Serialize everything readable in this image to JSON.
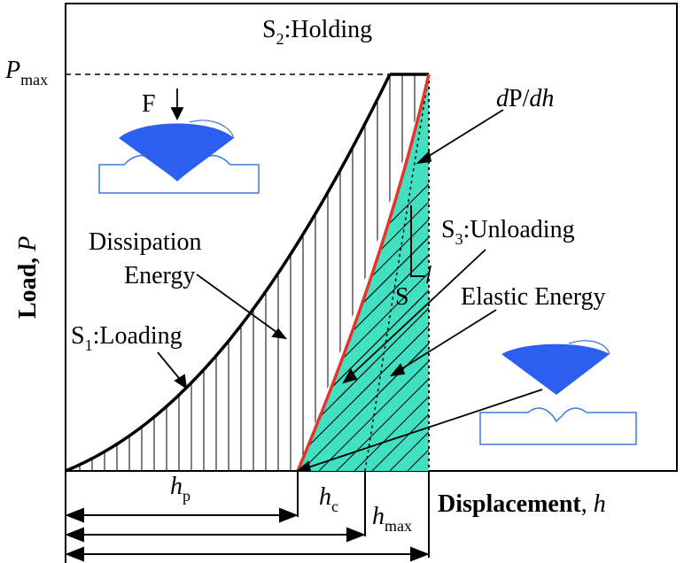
{
  "labels": {
    "p_max": "P",
    "p_max_sub": "max",
    "force": "F",
    "holding_prefix": "S",
    "holding_sub": "2",
    "holding_text": ":Holding",
    "slope_d1": "d",
    "slope_p": "P/",
    "slope_dh": "dh",
    "unloading_prefix": "S",
    "unloading_sub": "3",
    "unloading_text": ":Unloading",
    "stiffness": "S",
    "dissipation_line1": "Dissipation",
    "dissipation_line2": "Energy",
    "elastic": "Elastic Energy",
    "loading_prefix": "S",
    "loading_sub": "1",
    "loading_text": ":Loading",
    "y_axis_bold": "Load, ",
    "y_axis_italic": "P",
    "x_axis_bold": "Displacement",
    "x_axis_comma": ", ",
    "x_axis_italic": "h",
    "hp": "h",
    "hp_sub": "p",
    "hc": "h",
    "hc_sub": "c",
    "hmax": "h",
    "hmax_sub": "max"
  },
  "colors": {
    "unloading_curve": "#e8322a",
    "elastic_fill": "#40e0c0",
    "indenter": "#2a5ff0",
    "specimen": "#3a7adf"
  }
}
